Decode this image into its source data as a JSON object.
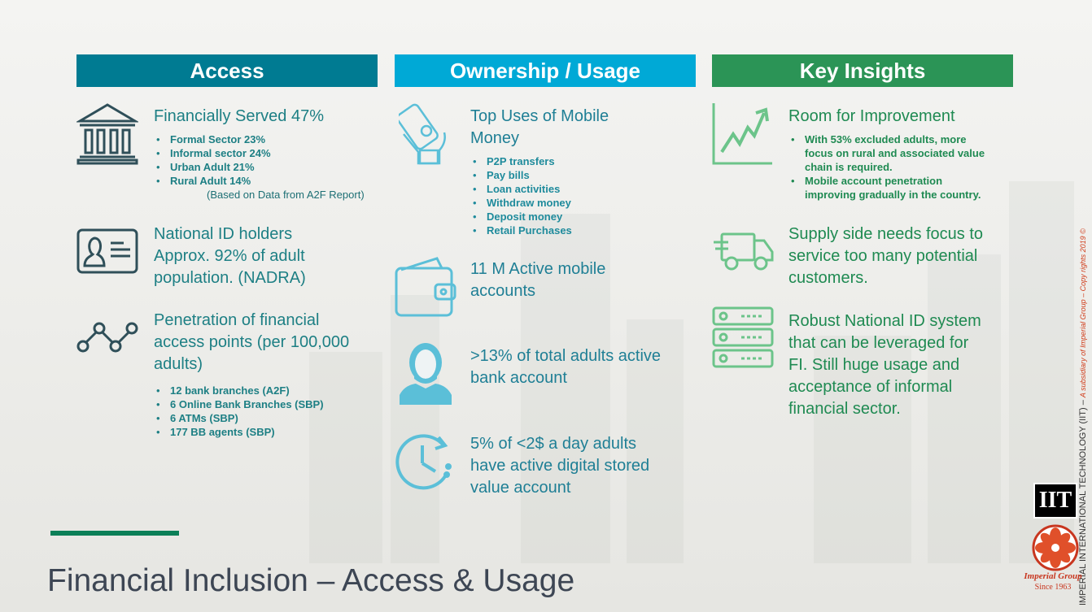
{
  "headers": {
    "access": "Access",
    "usage": "Ownership / Usage",
    "insights": "Key Insights"
  },
  "access": {
    "block1": {
      "title": "Financially Served 47%",
      "bullets": [
        "Formal Sector 23%",
        "Informal sector 24%",
        "Urban Adult 21%",
        "Rural Adult  14%"
      ],
      "note": "(Based on Data from A2F Report)"
    },
    "block2": {
      "lines": [
        "National ID holders",
        "Approx. 92% of adult",
        "population. (NADRA)"
      ]
    },
    "block3": {
      "lines": [
        "Penetration of financial",
        "access points (per 100,000",
        "adults)"
      ],
      "bullets": [
        "12 bank branches (A2F)",
        "6 Online Bank Branches (SBP)",
        "6 ATMs (SBP)",
        "177 BB agents (SBP)"
      ]
    }
  },
  "usage": {
    "block1": {
      "lines": [
        "Top Uses of Mobile",
        "Money"
      ],
      "bullets": [
        "P2P transfers",
        "Pay bills",
        "Loan activities",
        "Withdraw money",
        "Deposit money",
        "Retail Purchases"
      ]
    },
    "block2": {
      "lines": [
        "11 M Active mobile",
        "accounts"
      ]
    },
    "block3": {
      "lines": [
        ">13% of total adults active",
        "bank account"
      ]
    },
    "block4": {
      "lines": [
        "5% of <2$ a day adults",
        "have active digital stored",
        "value account"
      ]
    }
  },
  "insights": {
    "block1": {
      "title": "Room for Improvement",
      "bullets": [
        [
          "With 53% excluded adults, more",
          "focus on rural and associated value",
          "chain is required."
        ],
        [
          "Mobile account penetration",
          "improving gradually in the country."
        ]
      ]
    },
    "block2": {
      "lines": [
        "Supply side needs focus to",
        "service too many potential",
        "customers."
      ]
    },
    "block3": {
      "lines": [
        "Robust National ID system",
        "that can be leveraged for",
        "FI.  Still huge usage and",
        "acceptance of informal",
        "financial sector."
      ]
    }
  },
  "footer": {
    "title": "Financial Inclusion – Access & Usage"
  },
  "branding": {
    "side_credit_main": "IMPERIAL INTERNATIONAL TECHNOLOGY (IIT) – ",
    "side_credit_sub": "A subsidiary of Imperial Group –  Copy rights 2019 ©",
    "iit_logo": "IIT",
    "group_name": "Imperial Group",
    "since": "Since 1963"
  },
  "colors": {
    "access": "#007b92",
    "usage": "#00a9d6",
    "insights": "#2b9456",
    "footer_bar": "#0b7f57",
    "title_text": "#3d4654"
  },
  "icons": [
    "bank-icon",
    "id-card-icon",
    "network-icon",
    "mobile-money-icon",
    "wallet-icon",
    "person-icon",
    "clock-icon",
    "growth-chart-icon",
    "delivery-truck-icon",
    "server-icon",
    "imperial-flower-icon"
  ]
}
